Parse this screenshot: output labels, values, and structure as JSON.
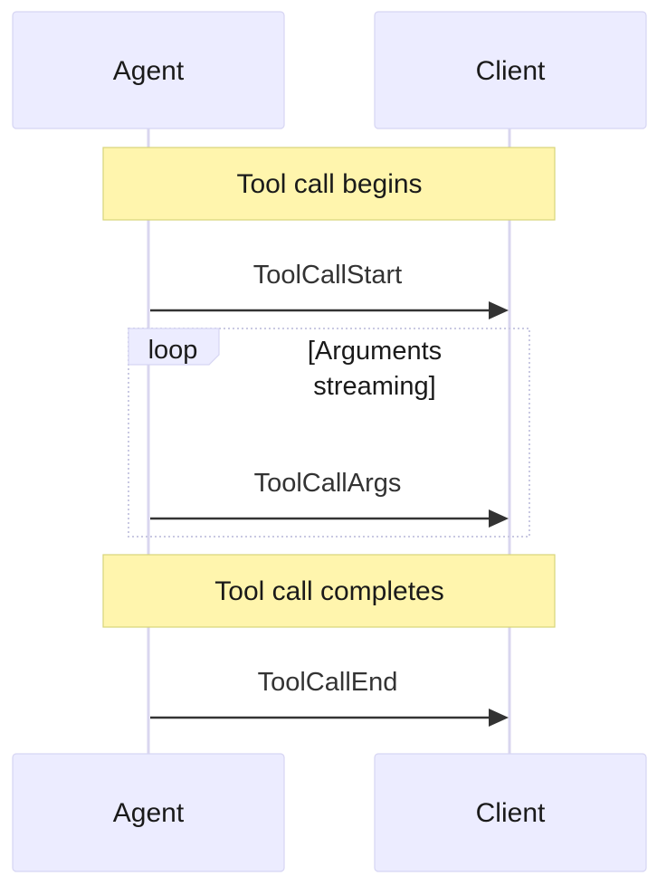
{
  "participants": {
    "agent": "Agent",
    "client": "Client"
  },
  "notes": {
    "begin": "Tool call begins",
    "complete": "Tool call completes"
  },
  "messages": {
    "start": "ToolCallStart",
    "args": "ToolCallArgs",
    "end": "ToolCallEnd"
  },
  "loop": {
    "label": "loop",
    "condition_line1": "[Arguments",
    "condition_line2": "streaming]"
  },
  "colors": {
    "actor_fill": "#ececff",
    "actor_border": "#d6d5f3",
    "note_fill": "#fff5ad",
    "note_border": "#d7d47a",
    "lifeline": "#d9d6ef",
    "arrow": "#333333"
  }
}
